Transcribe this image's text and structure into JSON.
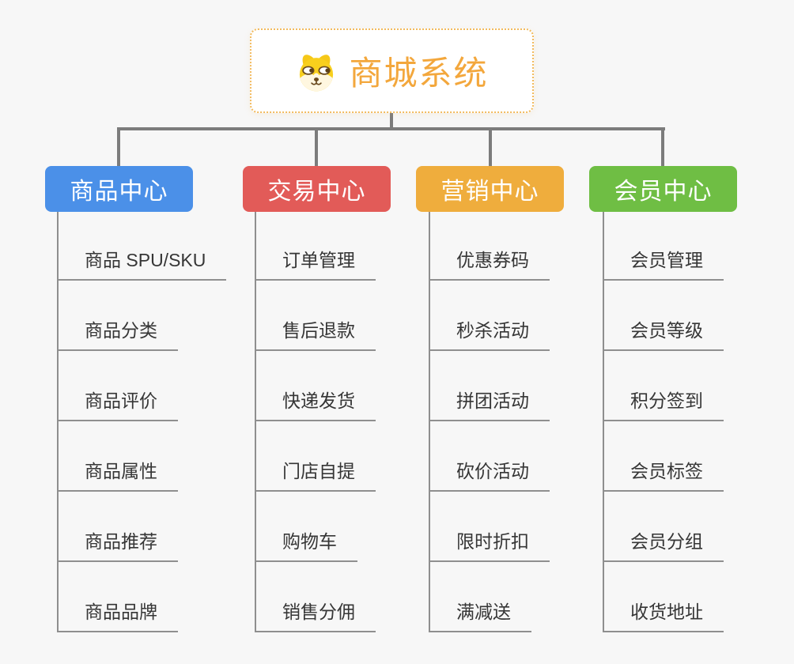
{
  "root": {
    "title": "商城系统",
    "icon": "dog-mascot-icon",
    "accent_color": "#F3A73C",
    "border_color": "#F2BA5D"
  },
  "connectors": {
    "main_color": "#7C7C7C",
    "sub_color": "#8F8F8F"
  },
  "branches": [
    {
      "label": "商品中心",
      "color": "#4B90E8",
      "children": [
        "商品 SPU/SKU",
        "商品分类",
        "商品评价",
        "商品属性",
        "商品推荐",
        "商品品牌"
      ]
    },
    {
      "label": "交易中心",
      "color": "#E25B58",
      "children": [
        "订单管理",
        "售后退款",
        "快递发货",
        "门店自提",
        "购物车",
        "销售分佣"
      ]
    },
    {
      "label": "营销中心",
      "color": "#EFAD3D",
      "children": [
        "优惠券码",
        "秒杀活动",
        "拼团活动",
        "砍价活动",
        "限时折扣",
        "满减送"
      ]
    },
    {
      "label": "会员中心",
      "color": "#6FBE44",
      "children": [
        "会员管理",
        "会员等级",
        "积分签到",
        "会员标签",
        "会员分组",
        "收货地址"
      ]
    }
  ]
}
